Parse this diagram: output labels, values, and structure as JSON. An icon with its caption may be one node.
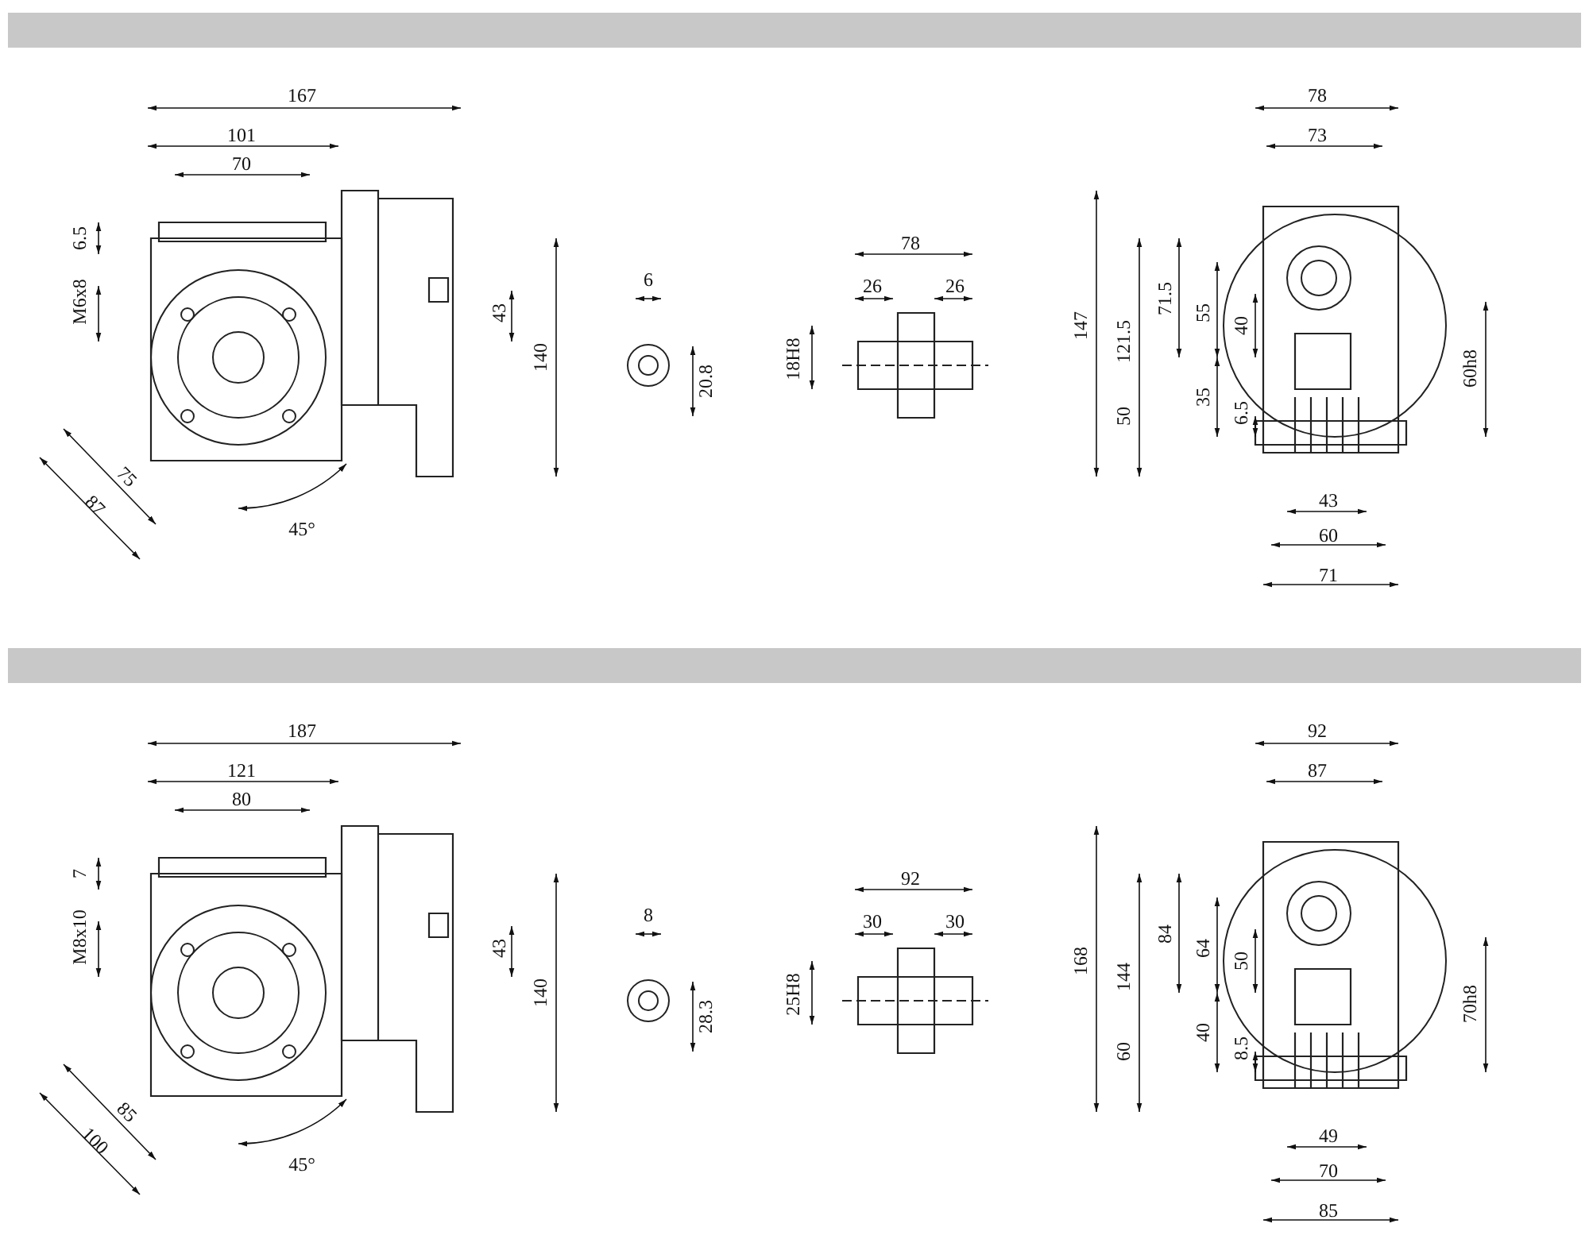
{
  "diagram": {
    "nodes": [
      {
        "text": [],
        "shape": "bar"
      },
      {
        "text": [],
        "shape": "bar"
      }
    ],
    "labels": [
      "167",
      "101",
      "70",
      "6.5",
      "M6x8",
      "43",
      "140",
      "75",
      "87",
      "45°",
      "6",
      "20.8",
      "78",
      "26",
      "26",
      "18H8",
      "78",
      "73",
      "147",
      "121.5",
      "71.5",
      "55",
      "40",
      "35",
      "50",
      "6.5",
      "60h8",
      "43",
      "60",
      "71",
      "187",
      "121",
      "80",
      "7",
      "M8x10",
      "43",
      "140",
      "85",
      "100",
      "45°",
      "8",
      "28.3",
      "92",
      "30",
      "30",
      "25H8",
      "92",
      "87",
      "168",
      "144",
      "84",
      "64",
      "50",
      "40",
      "60",
      "8.5",
      "70h8",
      "49",
      "70",
      "85"
    ]
  }
}
